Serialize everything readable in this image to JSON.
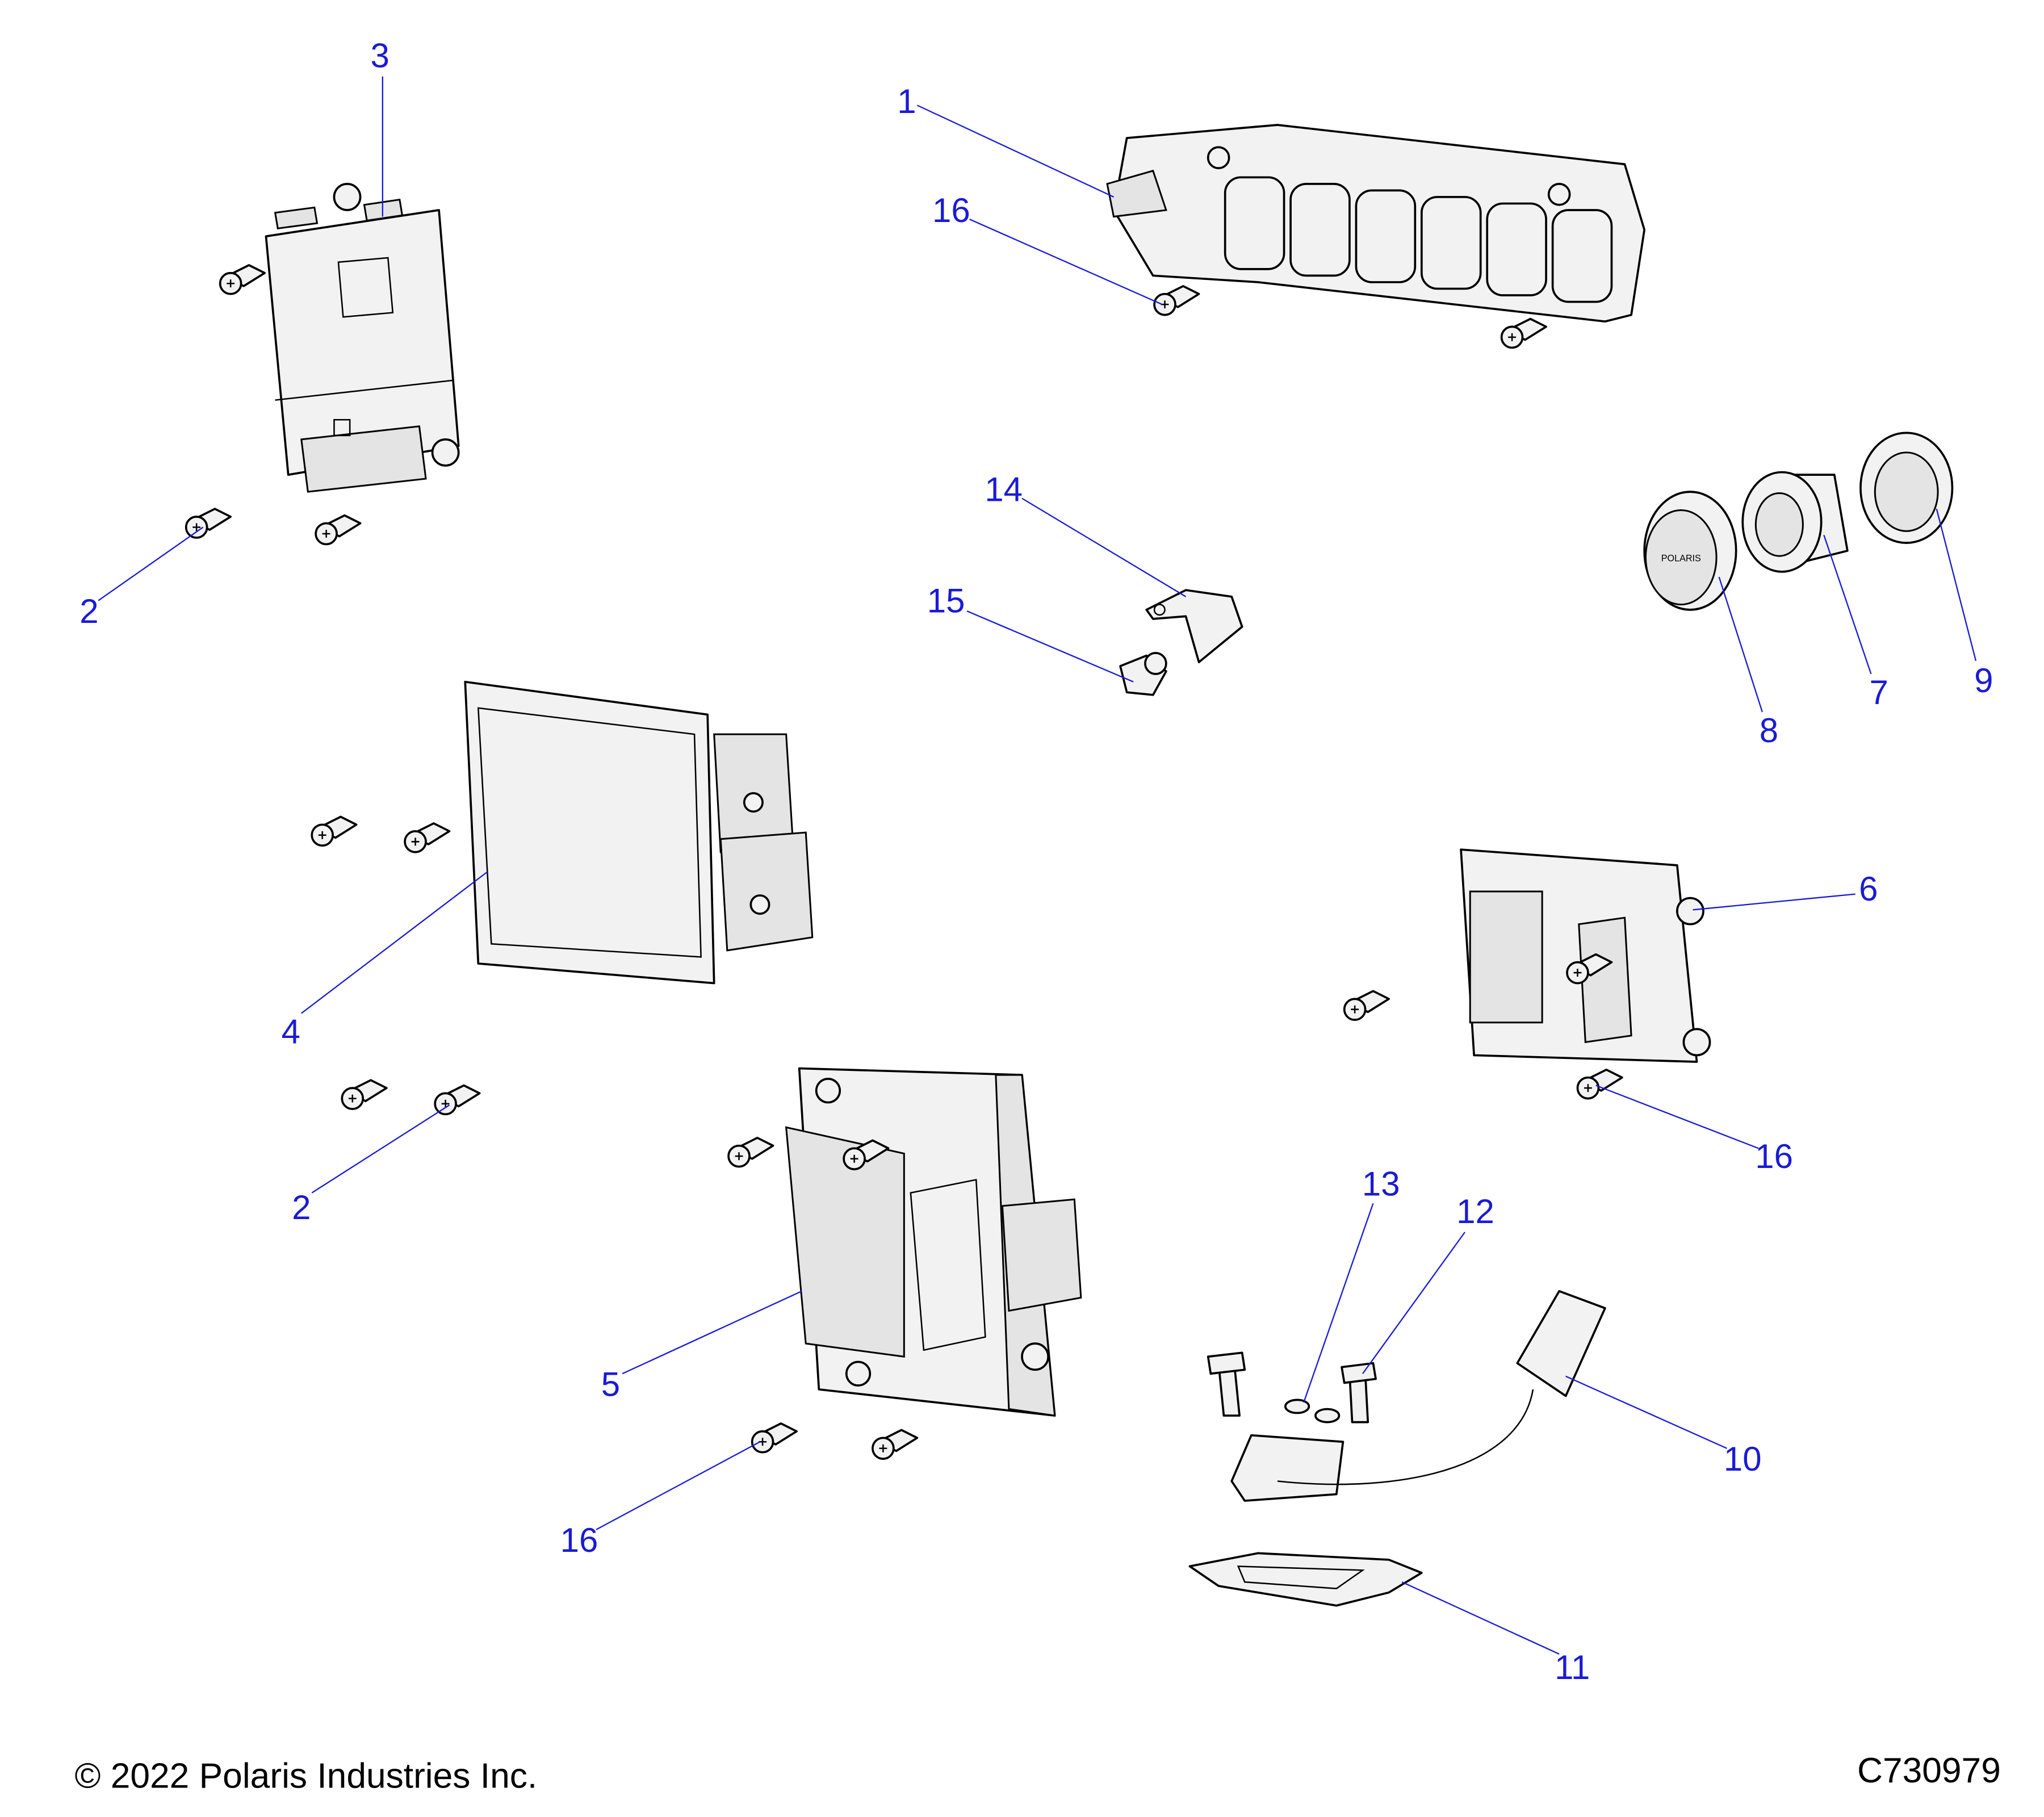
{
  "diagram": {
    "callouts": [
      {
        "label": "1"
      },
      {
        "label": "16"
      },
      {
        "label": "3"
      },
      {
        "label": "2"
      },
      {
        "label": "14"
      },
      {
        "label": "15"
      },
      {
        "label": "8"
      },
      {
        "label": "7"
      },
      {
        "label": "9"
      },
      {
        "label": "6"
      },
      {
        "label": "4"
      },
      {
        "label": "2"
      },
      {
        "label": "16"
      },
      {
        "label": "13"
      },
      {
        "label": "12"
      },
      {
        "label": "5"
      },
      {
        "label": "10"
      },
      {
        "label": "16"
      },
      {
        "label": "11"
      }
    ],
    "part_markings": {
      "cap_logo": "POLARIS"
    },
    "leader_color": "#1a1ad6"
  },
  "footer": {
    "copyright": "© 2022 Polaris Industries Inc.",
    "drawing_number": "C730979"
  }
}
